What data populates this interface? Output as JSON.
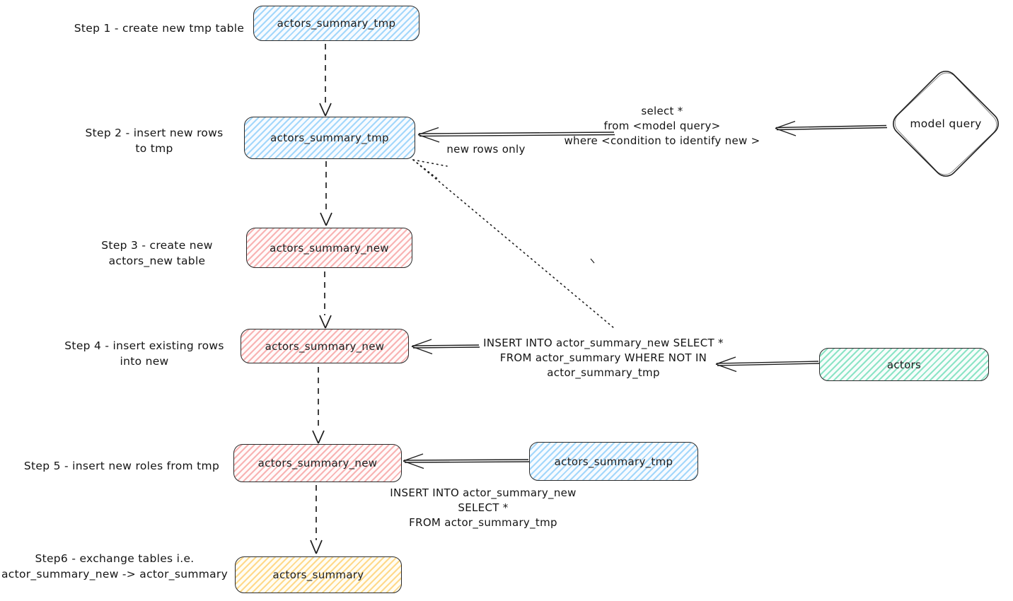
{
  "colors": {
    "blue_fill": "#a3d7fb",
    "red_fill": "#f8b3b3",
    "green_fill": "#8ce4c6",
    "yellow_fill": "#ffd98a",
    "stroke": "#1e1e1e"
  },
  "steps": [
    {
      "label": "Step 1 - create new tmp table",
      "node": "actors_summary_tmp"
    },
    {
      "label": "Step 2 - insert new rows\nto tmp",
      "node": "actors_summary_tmp"
    },
    {
      "label": "Step 3 - create new\nactors_new table",
      "node": "actors_summary_new"
    },
    {
      "label": "Step 4 - insert existing rows\ninto new",
      "node": "actors_summary_new"
    },
    {
      "label": "Step 5 - insert new roles from tmp",
      "node": "actors_summary_new"
    },
    {
      "label": "Step6 - exchange tables i.e.\nactor_summary_new -> actor_summary",
      "node": "actors_summary"
    }
  ],
  "right": {
    "model_query": "model query",
    "actors": "actors",
    "actors_summary_tmp": "actors_summary_tmp"
  },
  "annotations": {
    "select_query": "select *\nfrom <model query>\nwhere <condition to identify new >",
    "new_rows_only": "new rows only",
    "insert_existing_sql": "INSERT INTO actor_summary_new SELECT *\nFROM actor_summary WHERE NOT IN\nactor_summary_tmp",
    "insert_tmp_sql": "INSERT INTO actor_summary_new\nSELECT *\nFROM actor_summary_tmp"
  }
}
